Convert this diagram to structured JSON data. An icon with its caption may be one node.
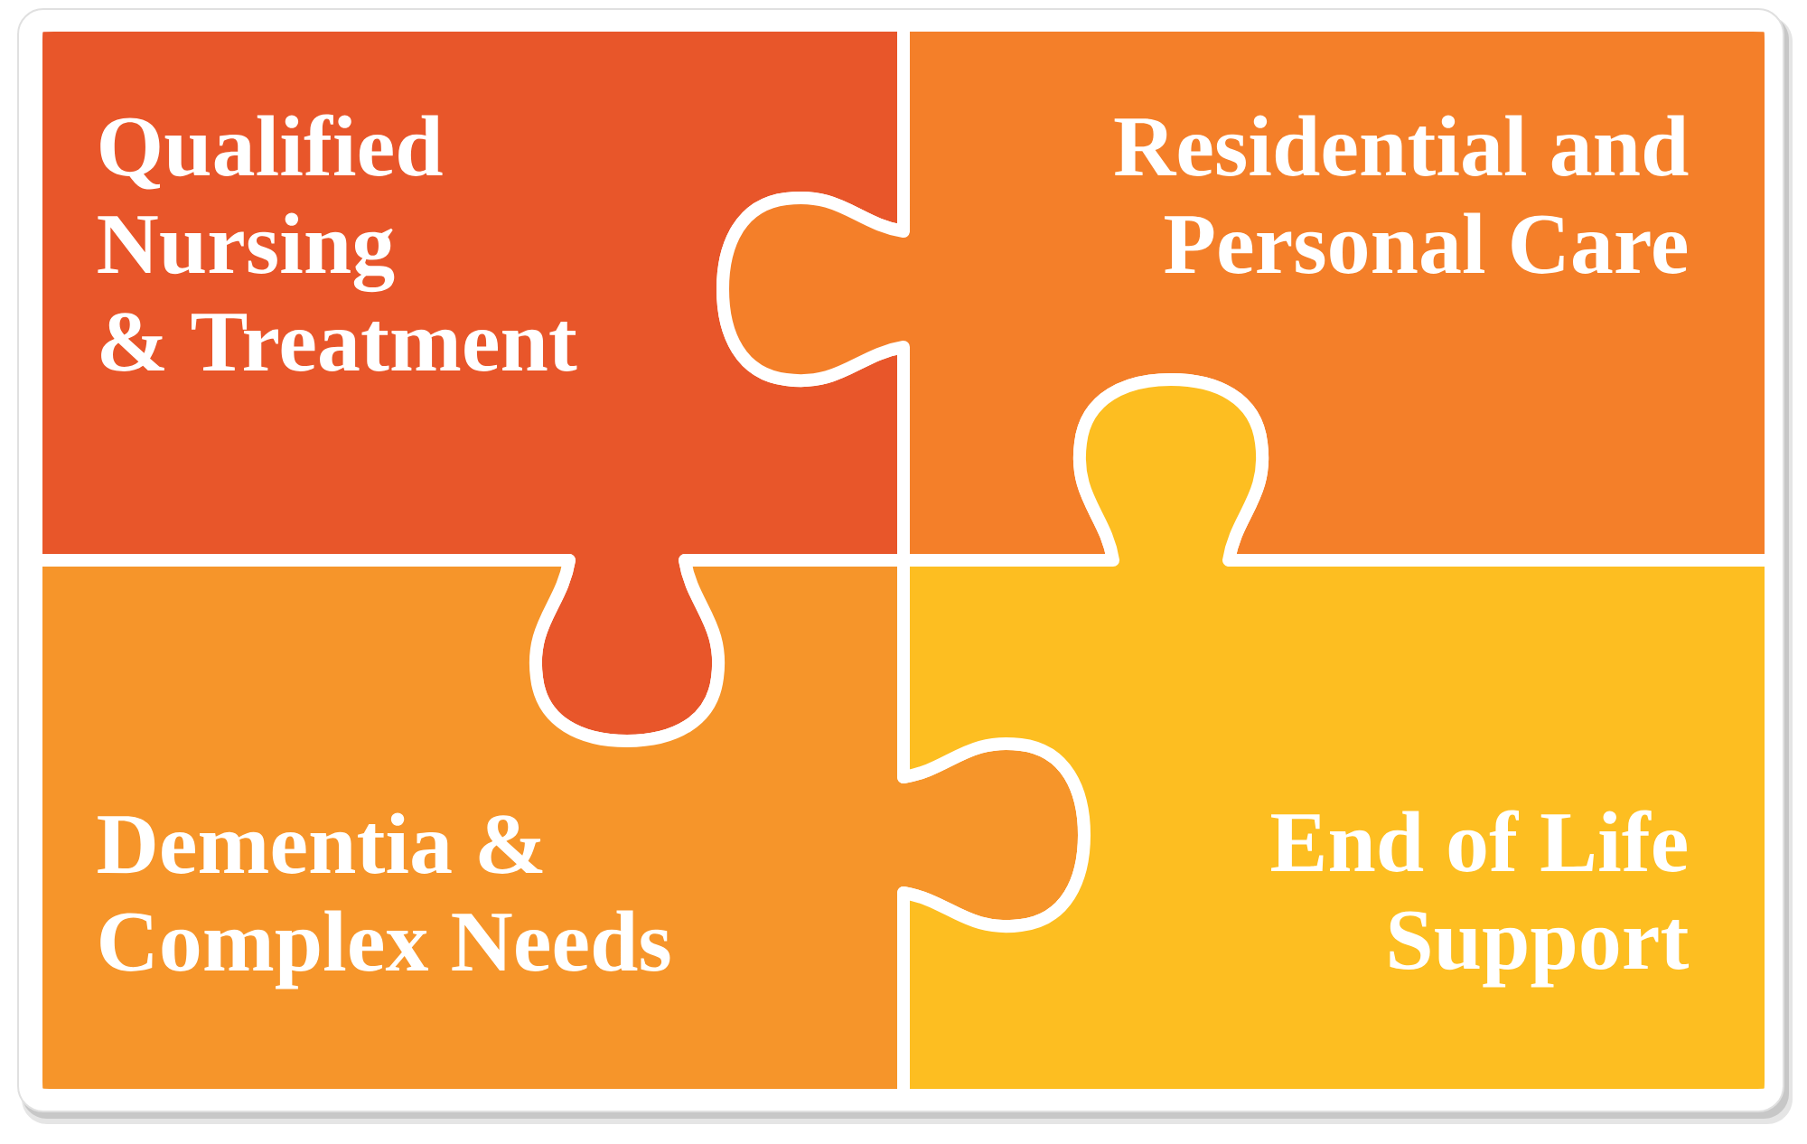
{
  "diagram": {
    "nodes": [
      {
        "text": [
          "Qualified Nursing & Treatment"
        ]
      },
      {
        "text": [
          "Residential and Personal Care"
        ]
      },
      {
        "text": [
          "Dementia & Complex Needs"
        ]
      },
      {
        "text": [
          "End of Life Support"
        ]
      }
    ]
  }
}
